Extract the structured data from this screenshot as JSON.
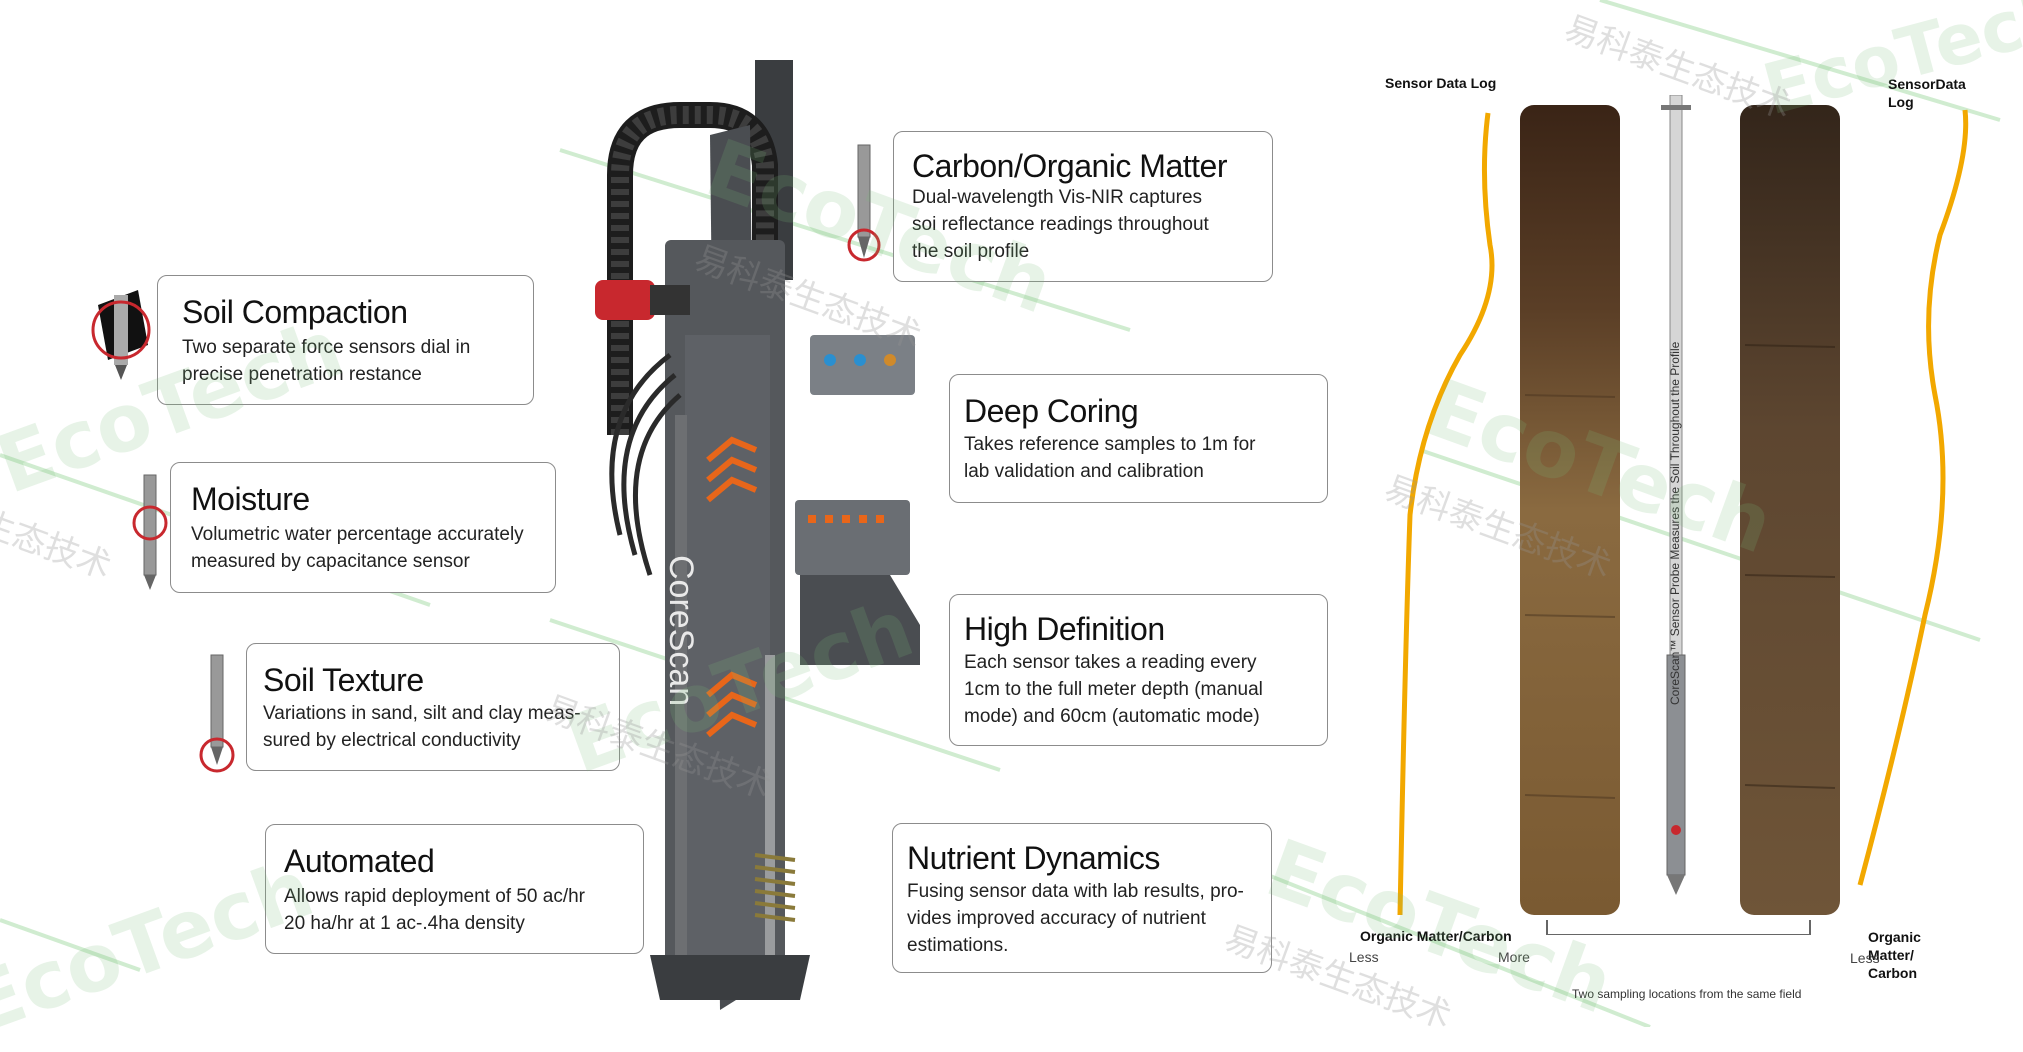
{
  "callouts": {
    "soil_compaction": {
      "title": "Soil Compaction",
      "desc": "Two separate force sensors dial in\nprecise penetration restance"
    },
    "moisture": {
      "title": "Moisture",
      "desc": "Volumetric water percentage accurately\nmeasured by capacitance sensor"
    },
    "soil_texture": {
      "title": "Soil Texture",
      "desc": "Variations in sand, silt and clay meas-\nsured by electrical conductivity"
    },
    "automated": {
      "title": "Automated",
      "desc": "Allows rapid deployment of 50 ac/hr\n20 ha/hr at 1 ac-.4ha density"
    },
    "carbon": {
      "title": "Carbon/Organic Matter",
      "desc": "Dual-wavelength Vis-NIR captures\nsoi reflectance readings throughout\nthe soil profile"
    },
    "deep_coring": {
      "title": "Deep Coring",
      "desc": "Takes reference samples to 1m for\nlab validation and calibration"
    },
    "high_definition": {
      "title": "High Definition",
      "desc": "Each sensor takes a reading every\n1cm to the full meter depth (manual\nmode) and 60cm (automatic mode)"
    },
    "nutrient": {
      "title": "Nutrient Dynamics",
      "desc": "Fusing sensor data with lab results, pro-\nvides improved accuracy of nutrient\nestimations."
    }
  },
  "machine": {
    "brand": "CoreScan"
  },
  "right_panel": {
    "left_log_label": "Sensor Data Log",
    "right_log_label": "SensorData\nLog",
    "probe_caption": "CoreScan™ Sensor Probe Measures the Soil Throughout the Profile",
    "left_axis_label": "Organic Matter/Carbon",
    "left_less": "Less",
    "left_more": "More",
    "right_axis_label": "Organic\nMatter/\nCarbon",
    "right_less": "Less",
    "bracket_caption": "Two sampling locations from the same field"
  },
  "watermarks": {
    "brand": "EcoTech",
    "cn": "易科泰生态技术"
  },
  "colors": {
    "log_line": "#f2a800",
    "orange_stripe": "#e8661a",
    "probe_red": "#c8282e",
    "box_border": "#8c8c8c"
  }
}
